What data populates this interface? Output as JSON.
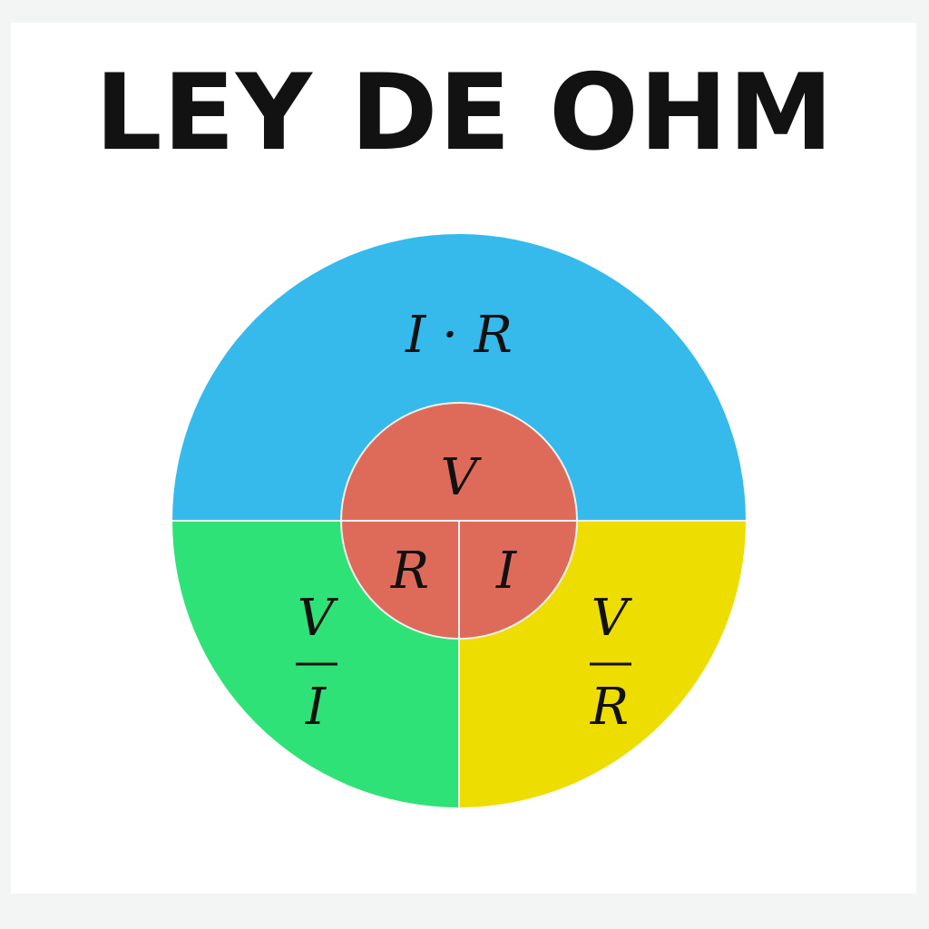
{
  "title": "LEY DE OHM",
  "colors": {
    "top": "#35baeb",
    "bottom_left": "#2fe277",
    "bottom_right": "#eedd00",
    "center": "#de6b5a",
    "divider": "#f2f2f2",
    "text": "#111111"
  },
  "sections": {
    "top": {
      "formula": "I · R"
    },
    "bottom_left": {
      "numerator": "V",
      "denominator": "I"
    },
    "bottom_right": {
      "numerator": "V",
      "denominator": "R"
    }
  },
  "center": {
    "top": "V",
    "left": "R",
    "right": "I"
  }
}
